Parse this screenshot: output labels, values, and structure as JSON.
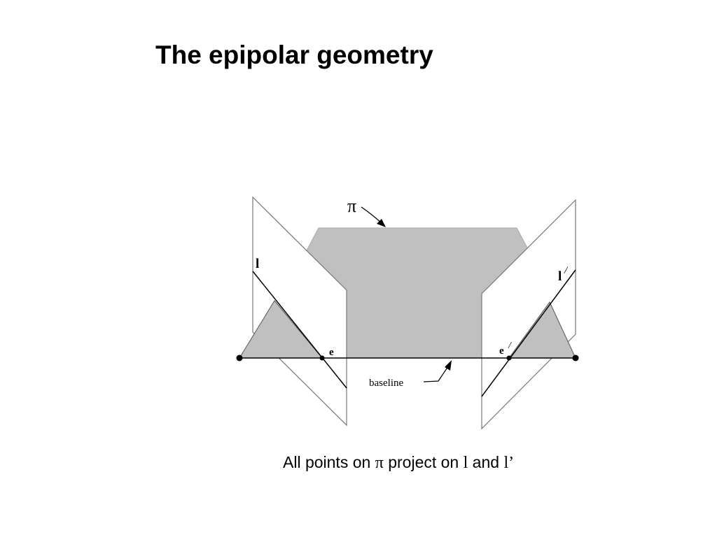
{
  "slide": {
    "title": "The epipolar geometry"
  },
  "diagram": {
    "labels": {
      "pi": "π",
      "l": "l",
      "l_prime": "l",
      "prime_mark": "/",
      "e": "e",
      "e_prime": "e",
      "baseline": "baseline"
    },
    "colors": {
      "plane_fill": "#c0c0c0",
      "image_plane_fill": "#ffffff",
      "stroke": "#000000"
    }
  },
  "caption": {
    "part1": "All points on ",
    "pi": "π",
    "part2": " project on ",
    "l": "l",
    "part3": " and ",
    "l_prime": "l’"
  }
}
